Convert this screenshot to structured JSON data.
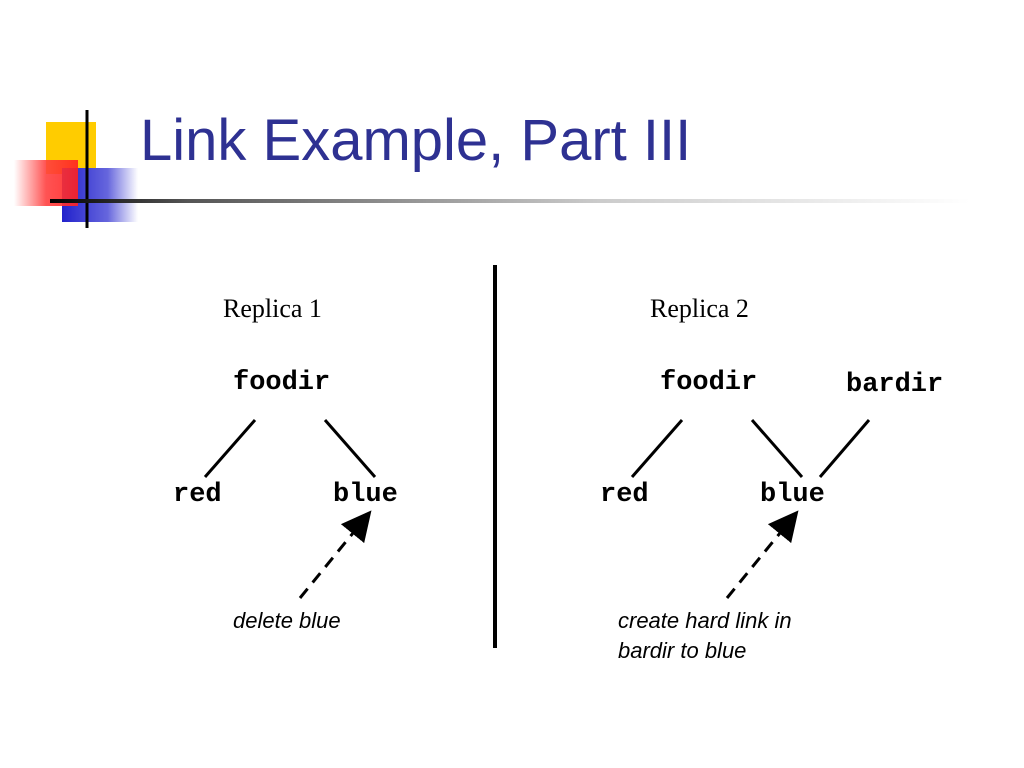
{
  "slide": {
    "title": "Link Example, Part III"
  },
  "replica1": {
    "label": "Replica 1",
    "dir": "foodir",
    "children": [
      "red",
      "blue"
    ],
    "note": [
      "delete blue"
    ]
  },
  "replica2": {
    "label": "Replica 2",
    "dirs": [
      "foodir",
      "bardir"
    ],
    "children": [
      "red",
      "blue"
    ],
    "note": [
      "create hard link in",
      "bardir to blue"
    ]
  },
  "colors": {
    "title": "#2e3192",
    "accent_yellow": "#ffcc00",
    "accent_red": "#ff3333",
    "accent_blue": "#3333cc"
  }
}
